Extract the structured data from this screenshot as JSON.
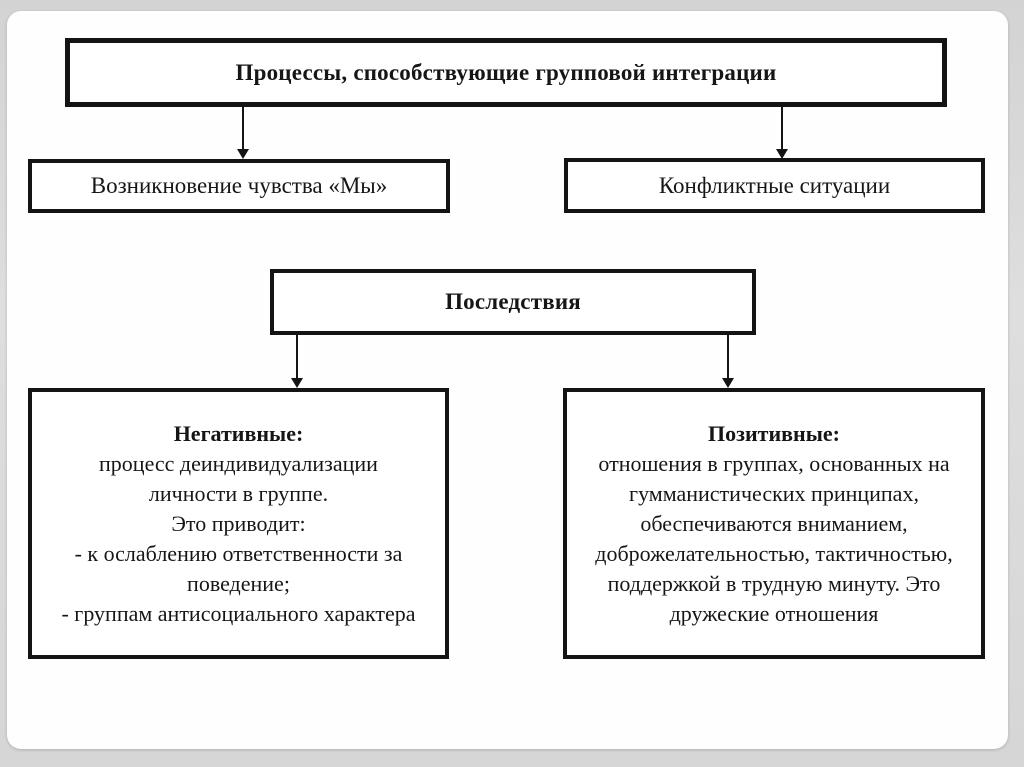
{
  "diagram": {
    "top_box": {
      "label": "Процессы, способствующие групповой интеграции"
    },
    "we_feeling_box": {
      "label": "Возникновение чувства «Мы»"
    },
    "conflict_box": {
      "label": "Конфликтные ситуации"
    },
    "consequences_box": {
      "label": "Последствия"
    },
    "negative_box": {
      "heading": "Негативные:",
      "lines": [
        "процесс деиндивидуализации",
        "личности в группе.",
        "Это приводит:",
        "- к ослаблению ответственности за",
        "поведение;",
        "- группам антисоциального характера"
      ]
    },
    "positive_box": {
      "heading": "Позитивные:",
      "lines": [
        "отношения в группах, основанных на",
        "гумманистических принципах,",
        "обеспечиваются вниманием,",
        "доброжелательностью, тактичностью,",
        "поддержкой в трудную минуту. Это",
        "дружеские отношения"
      ]
    },
    "colors": {
      "border": "#141414",
      "text": "#161616",
      "slide_background": "#fefefe",
      "page_margin": "#d8d8d8"
    }
  }
}
